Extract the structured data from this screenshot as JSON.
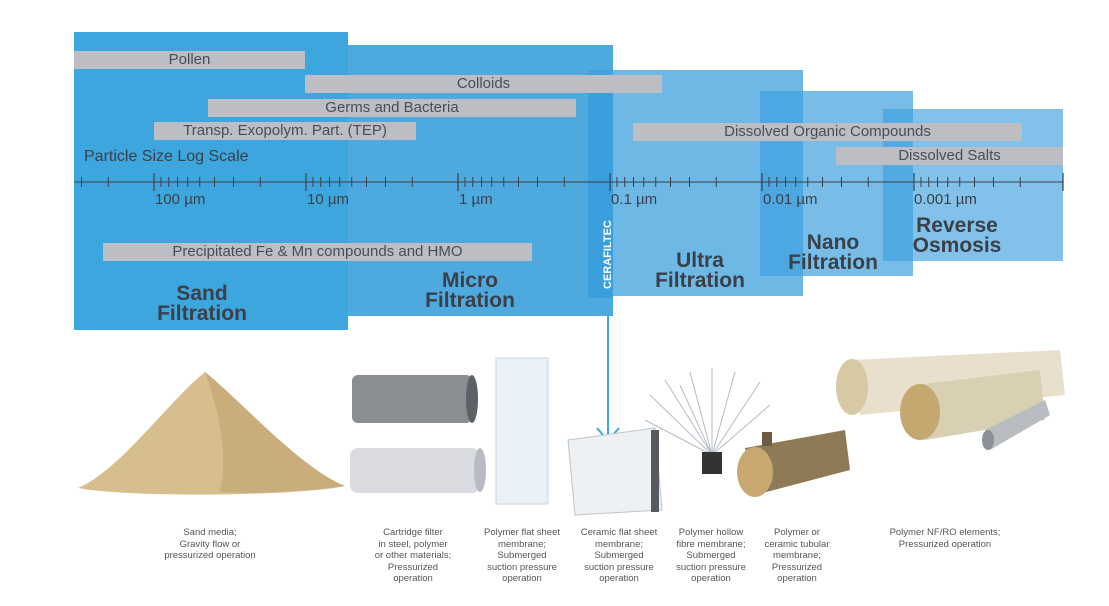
{
  "axis": {
    "label": "Particle Size Log Scale",
    "ticks": [
      "100 µm",
      "10 µm",
      "1 µm",
      "0.1 µm",
      "0.01 µm",
      "0.001 µm"
    ]
  },
  "bands": [
    {
      "label": "Pollen"
    },
    {
      "label": "Colloids"
    },
    {
      "label": "Germs and Bacteria"
    },
    {
      "label": "Transp. Exopolym. Part. (TEP)"
    },
    {
      "label": "Dissolved Organic Compounds"
    },
    {
      "label": "Dissolved Salts"
    },
    {
      "label": "Precipitated Fe & Mn compounds and HMO"
    }
  ],
  "methods": [
    {
      "line1": "Sand",
      "line2": "Filtration"
    },
    {
      "line1": "Micro",
      "line2": "Filtration"
    },
    {
      "line1": "Ultra",
      "line2": "Filtration"
    },
    {
      "line1": "Nano",
      "line2": "Filtration"
    },
    {
      "line1": "Reverse",
      "line2": "Osmosis"
    }
  ],
  "brand": "CERAFILTEC",
  "captions": [
    "Sand media;\nGravity flow or\npressurized operation",
    "Cartridge filter\nin steel, polymer\nor other materials;\nPressurized\noperation",
    "Polymer flat sheet\nmembrane;\nSubmerged\nsuction pressure\noperation",
    "Ceramic flat sheet\nmembrane;\nSubmerged\nsuction pressure\noperation",
    "Polymer hollow\nfibre membrane;\nSubmerged\nsuction pressure\noperation",
    "Polymer or\nceramic tubular\nmembrane;\nPressurized\noperation",
    "Polymer NF/RO elements;\nPressurized operation"
  ],
  "colors": {
    "box": "#3ea6de",
    "band": "#bcbec4",
    "text": "#3b3f47"
  }
}
